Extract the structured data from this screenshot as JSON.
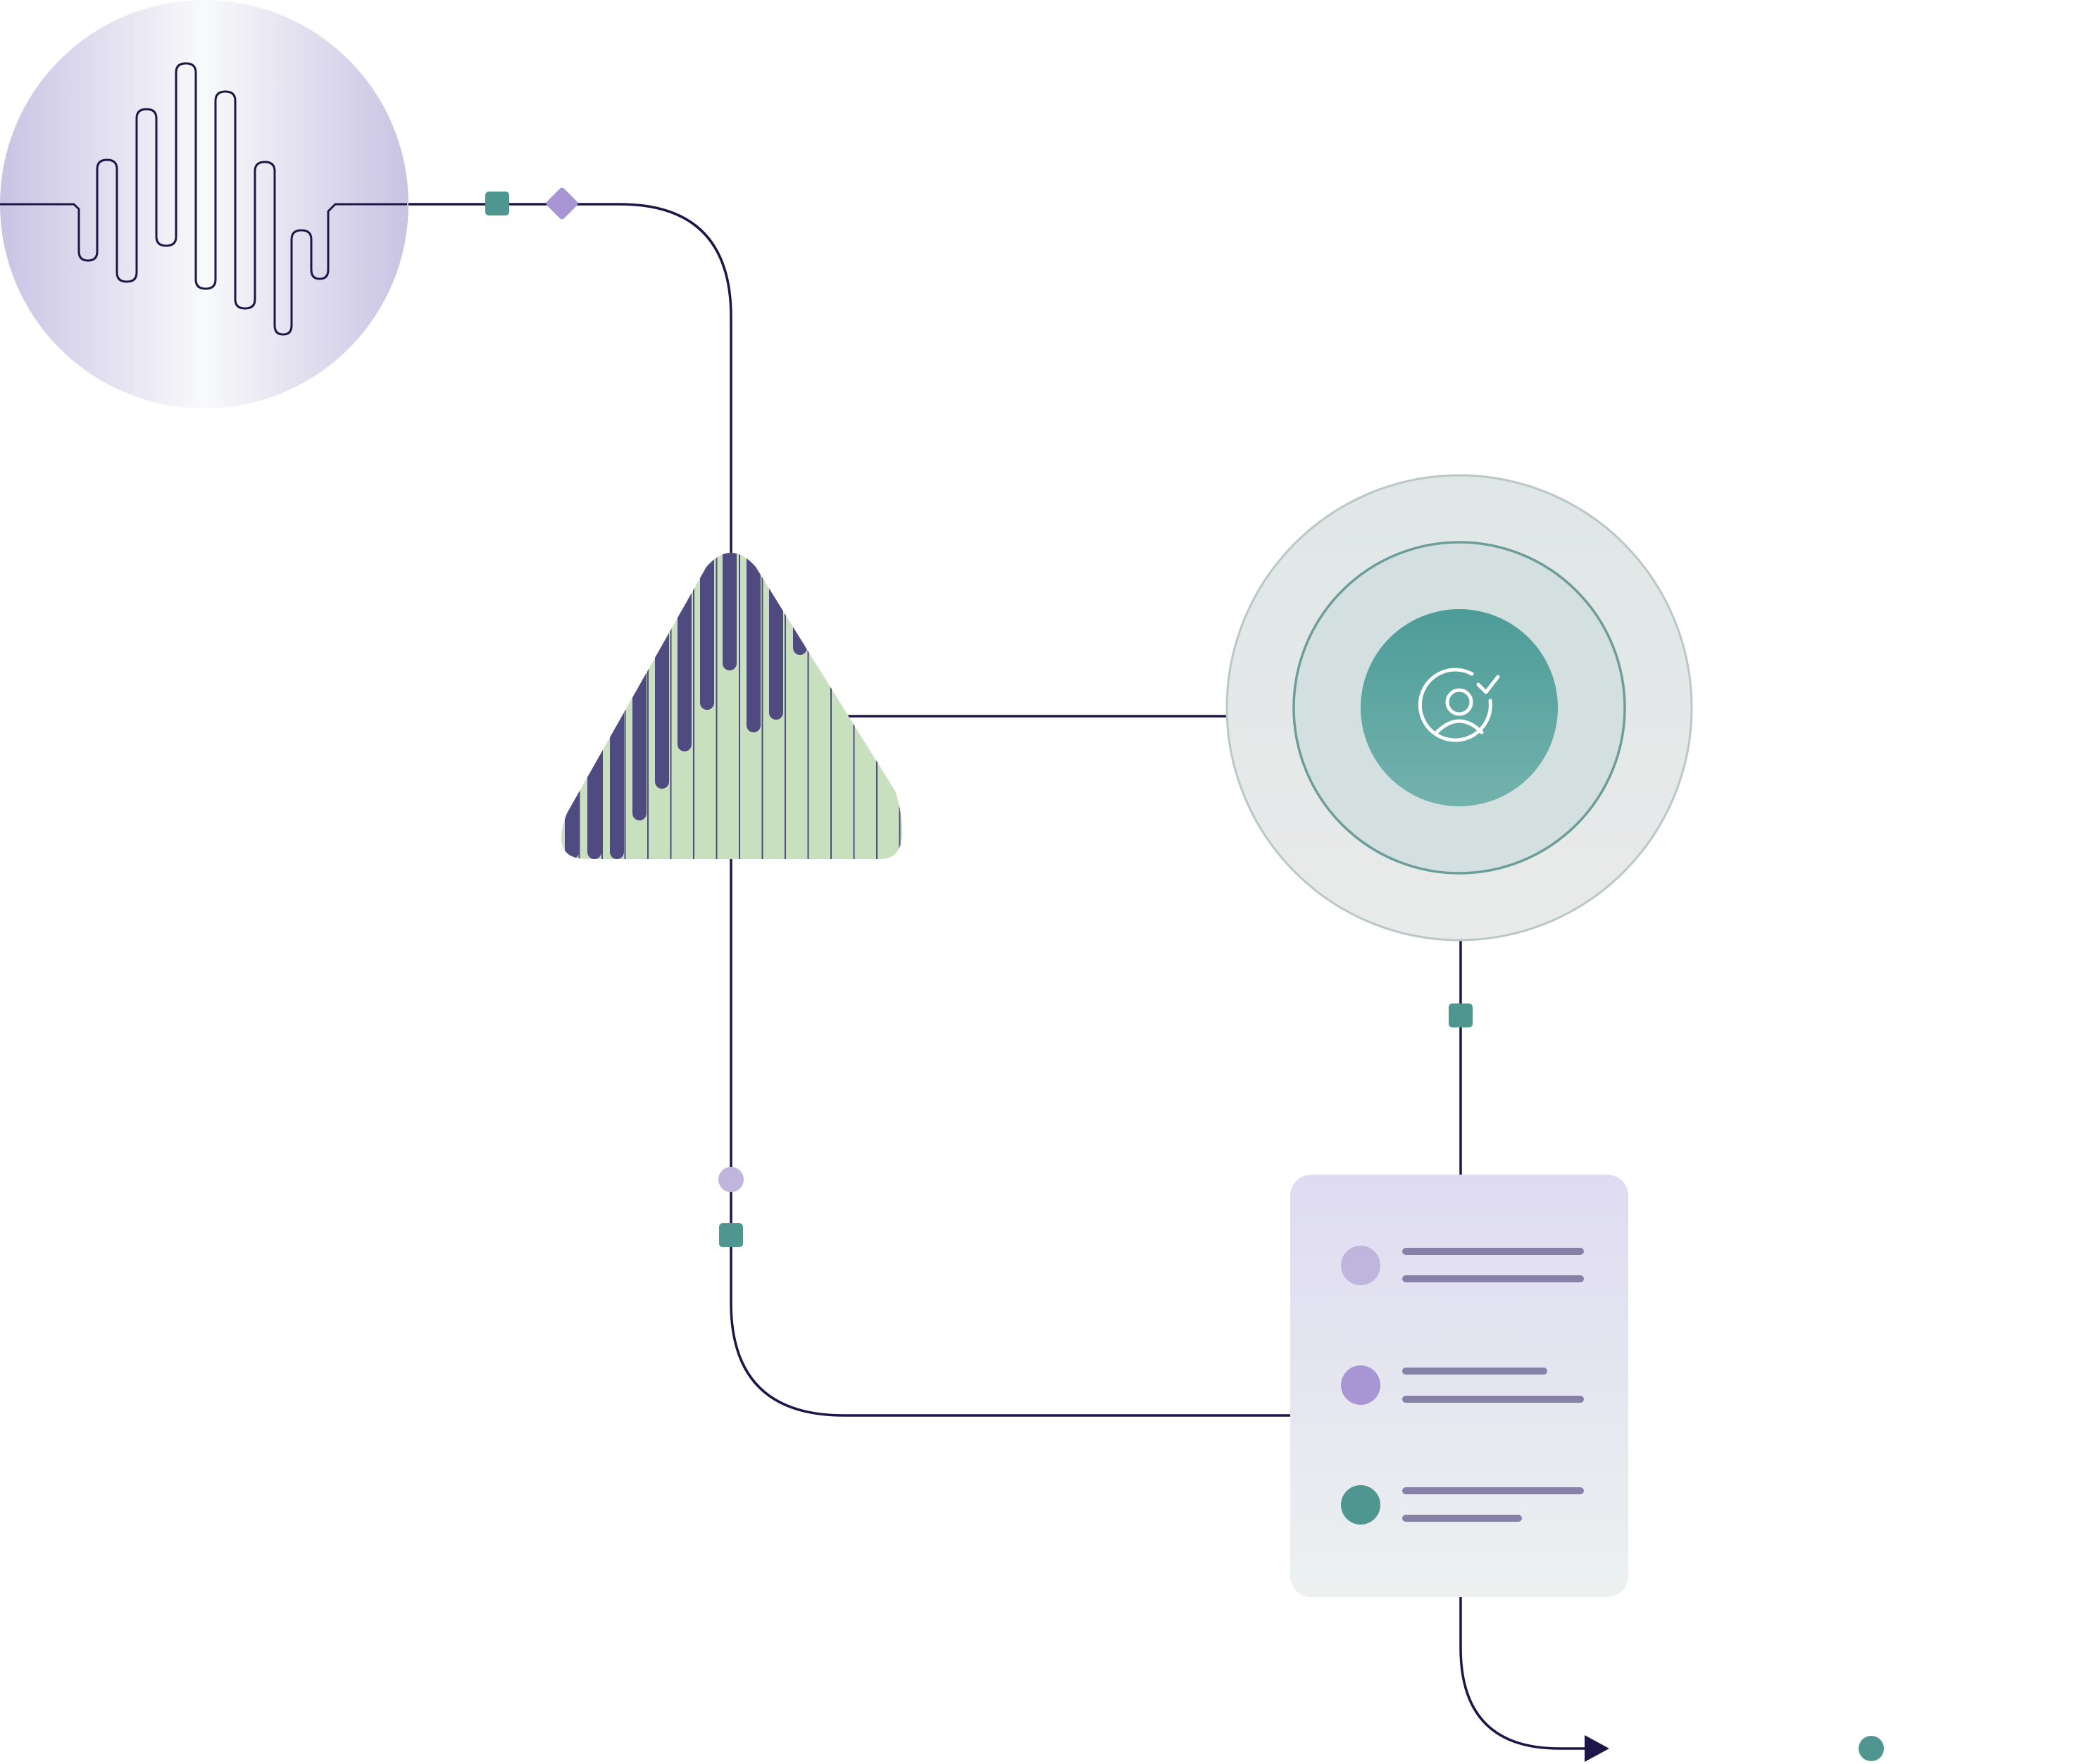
{
  "diagram": {
    "colors": {
      "line": "#1e1646",
      "teal": "#4f9691",
      "teal_light": "#6fb1aa",
      "purple_light": "#c0b5dc",
      "purple_mid": "#a796d3",
      "lavender_card": "#e0dcf1",
      "green_stripe": "#c9e0bf",
      "navy_stripe": "#4f4a80",
      "bar_gray": "#8781a8"
    },
    "nodes": [
      {
        "id": "waveform-circle",
        "icon": "waveform-icon"
      },
      {
        "id": "striped-triangle",
        "icon": "triangle-shape"
      },
      {
        "id": "target-circle",
        "icon": "user-check-icon"
      },
      {
        "id": "list-card",
        "icon": "list-icon"
      }
    ],
    "list_card": {
      "items": [
        {
          "dot_color": "#c0b5dc",
          "lines": 2
        },
        {
          "dot_color": "#a796d3",
          "lines": 2
        },
        {
          "dot_color": "#4f9691",
          "lines": 2
        }
      ]
    },
    "connector_markers": [
      {
        "shape": "square",
        "color": "#4f9691"
      },
      {
        "shape": "diamond",
        "color": "#a796d3"
      },
      {
        "shape": "square",
        "color": "#4f9691"
      },
      {
        "shape": "circle",
        "color": "#c0b5dc"
      },
      {
        "shape": "square",
        "color": "#4f9691"
      },
      {
        "shape": "arrow",
        "color": "#1e1646"
      },
      {
        "shape": "circle",
        "color": "#4f9691"
      }
    ]
  }
}
